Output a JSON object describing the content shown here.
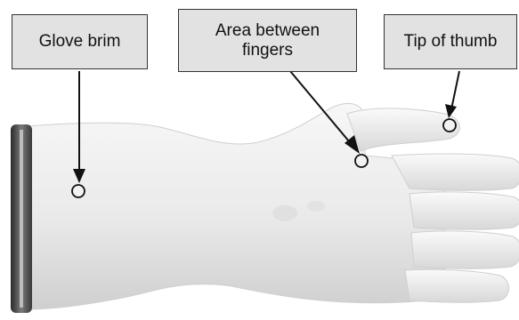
{
  "labels": {
    "glove_brim": "Glove brim",
    "area_between_fingers": "Area between fingers",
    "tip_of_thumb": "Tip of thumb"
  },
  "colors": {
    "callout_fill": "#e2e2e2",
    "callout_border": "#333333",
    "glove_light": "#f4f4f4",
    "glove_shadow": "#c9c9c9",
    "ring_dark": "#4a4a4a"
  }
}
